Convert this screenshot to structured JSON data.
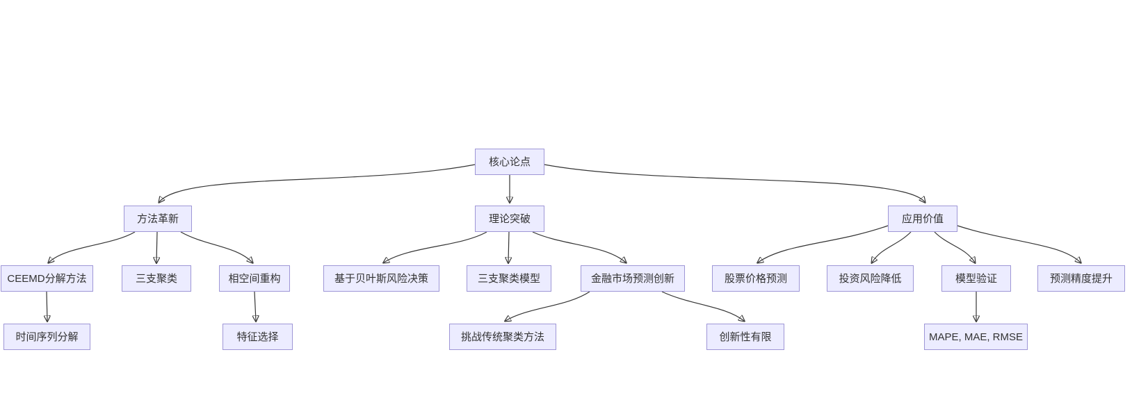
{
  "mindmap": {
    "root": {
      "label": "核心论点",
      "children": [
        {
          "label": "方法革新",
          "children": [
            {
              "label": "CEEMD分解方法",
              "children": [
                {
                  "label": "时间序列分解"
                }
              ]
            },
            {
              "label": "三支聚类"
            },
            {
              "label": "相空间重构",
              "children": [
                {
                  "label": "特征选择"
                }
              ]
            }
          ]
        },
        {
          "label": "理论突破",
          "children": [
            {
              "label": "基于贝叶斯风险决策"
            },
            {
              "label": "三支聚类模型"
            },
            {
              "label": "金融市场预测创新",
              "children": [
                {
                  "label": "挑战传统聚类方法"
                },
                {
                  "label": "创新性有限"
                }
              ]
            }
          ]
        },
        {
          "label": "应用价值",
          "children": [
            {
              "label": "股票价格预测"
            },
            {
              "label": "投资风险降低"
            },
            {
              "label": "模型验证",
              "children": [
                {
                  "label": "MAPE, MAE, RMSE"
                }
              ]
            },
            {
              "label": "预测精度提升"
            }
          ]
        }
      ]
    },
    "colors": {
      "node_fill": "#ECECFF",
      "node_border": "#9e96d6",
      "edge": "#333333",
      "text": "#333333",
      "background": "#ffffff"
    }
  }
}
